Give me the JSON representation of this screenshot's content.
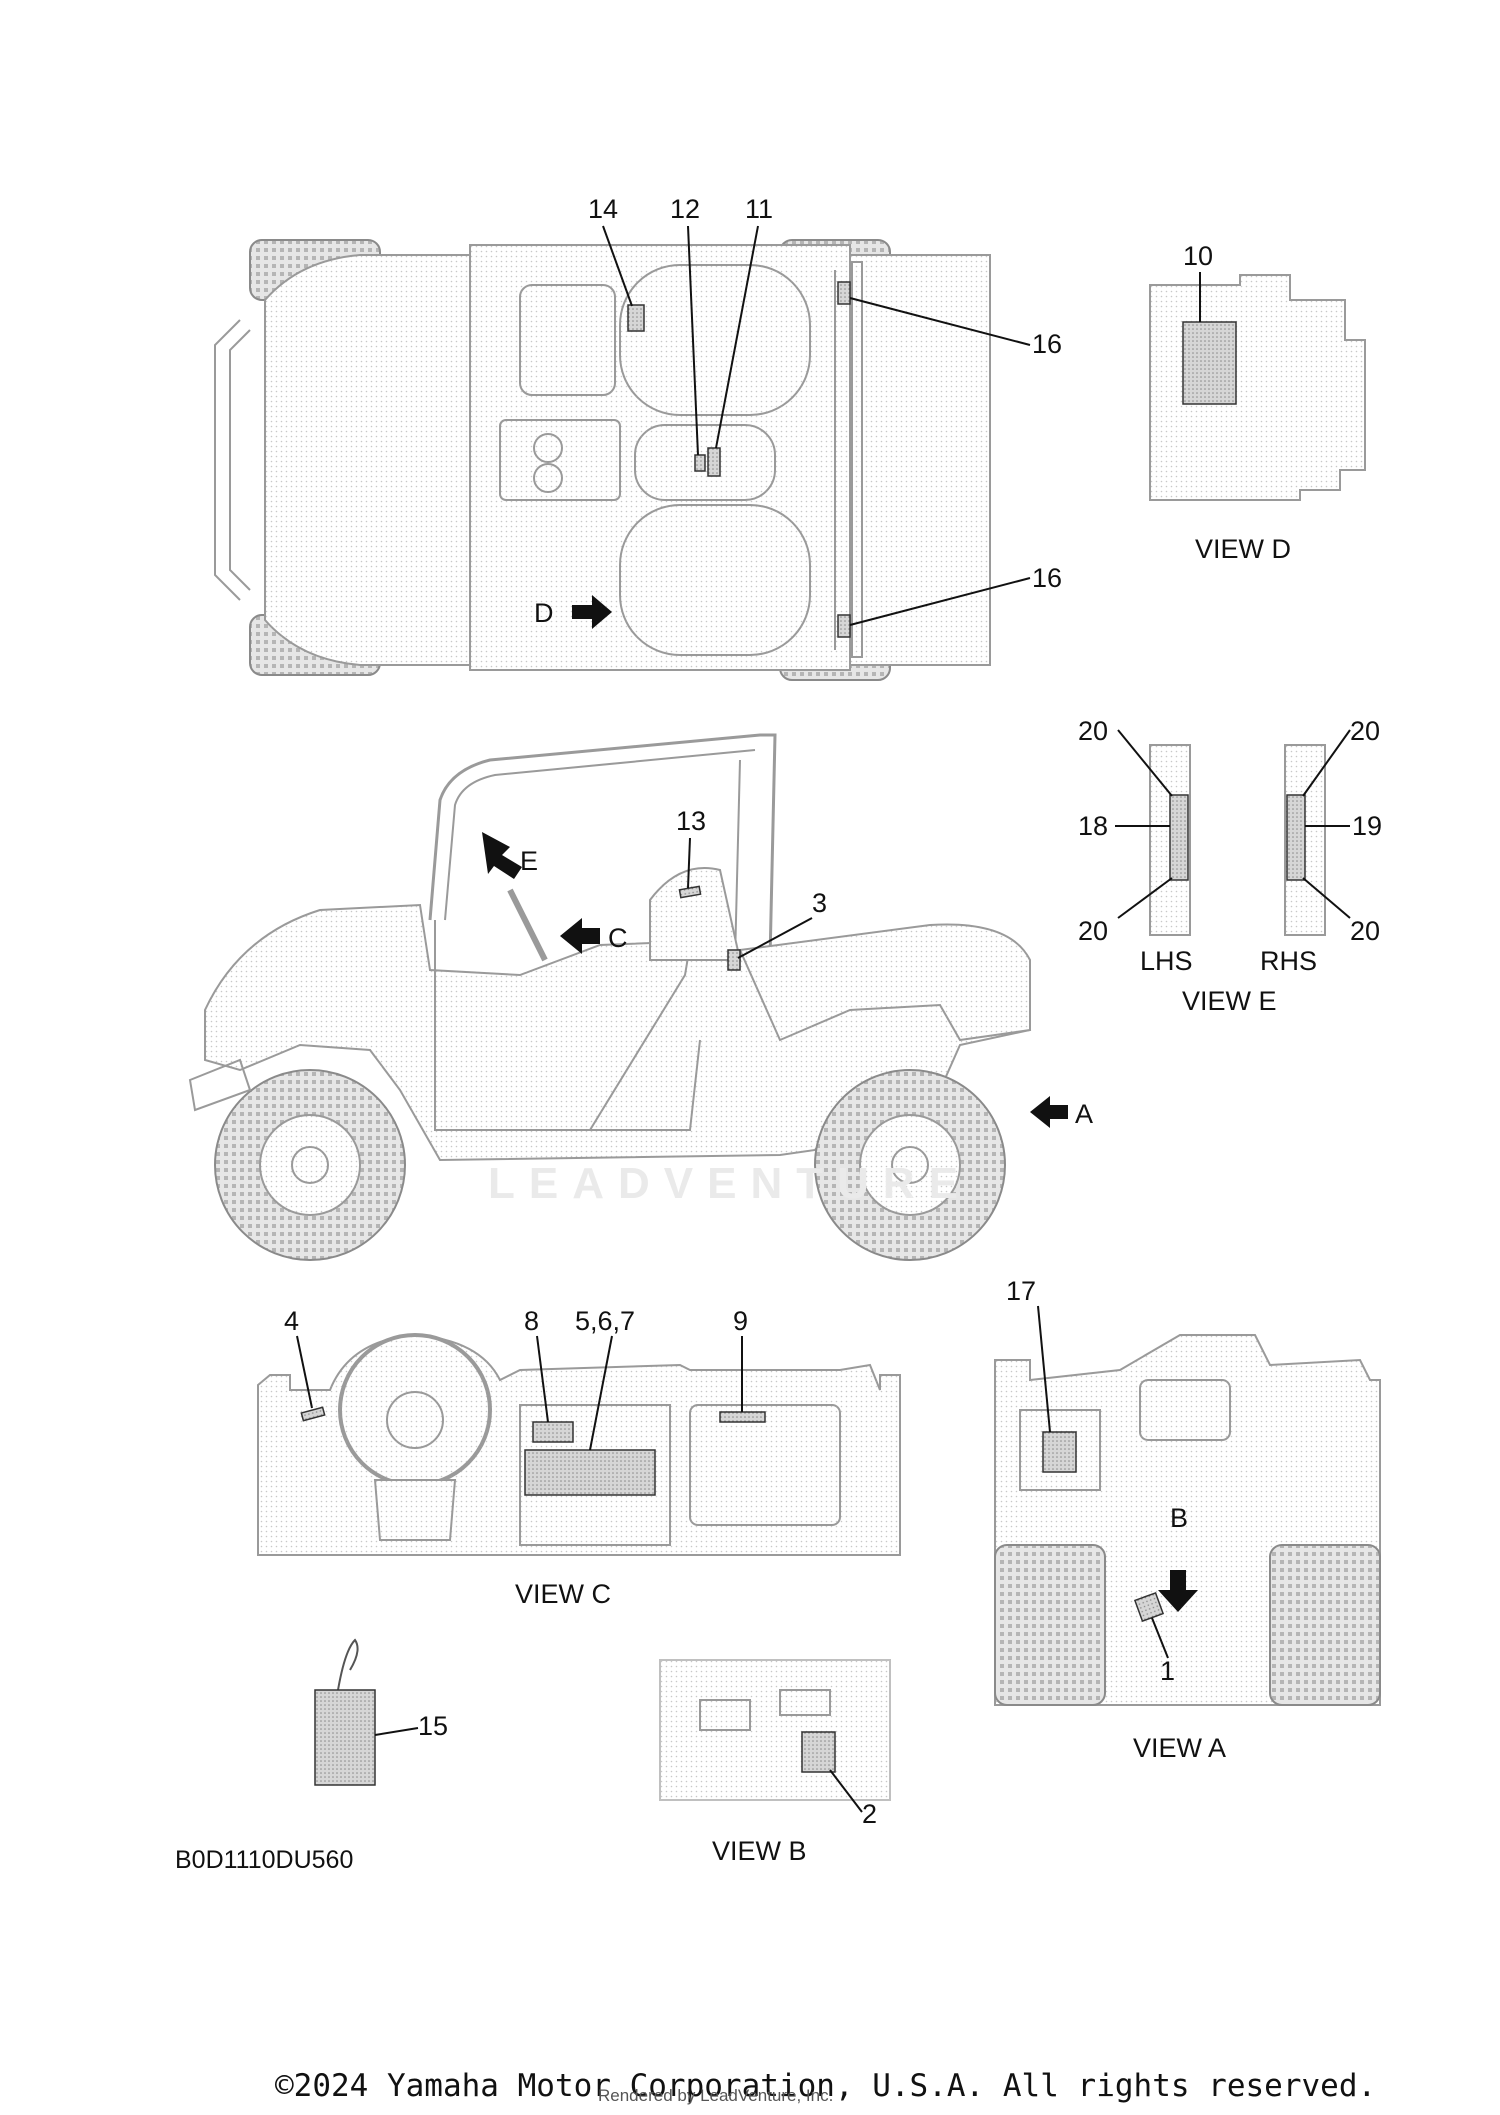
{
  "part_code": "B0D1110DU560",
  "copyright": "©2024 Yamaha Motor Corporation, U.S.A. All rights reserved.",
  "watermark": "LEADVENTURE",
  "rendered_by": "Rendered by LeadVenture, Inc.",
  "views": {
    "view_a": "VIEW A",
    "view_b": "VIEW B",
    "view_c": "VIEW C",
    "view_d": "VIEW D",
    "view_e": "VIEW E",
    "lhs": "LHS",
    "rhs": "RHS"
  },
  "view_markers": {
    "a": "A",
    "b": "B",
    "c": "C",
    "d": "D",
    "e": "E"
  },
  "callouts": {
    "c1": "1",
    "c2": "2",
    "c3": "3",
    "c4": "4",
    "c567": "5,6,7",
    "c8": "8",
    "c9": "9",
    "c10": "10",
    "c11": "11",
    "c12": "12",
    "c13": "13",
    "c14": "14",
    "c15": "15",
    "c16a": "16",
    "c16b": "16",
    "c17": "17",
    "c18": "18",
    "c19": "19",
    "c20a": "20",
    "c20b": "20",
    "c20c": "20",
    "c20d": "20"
  }
}
